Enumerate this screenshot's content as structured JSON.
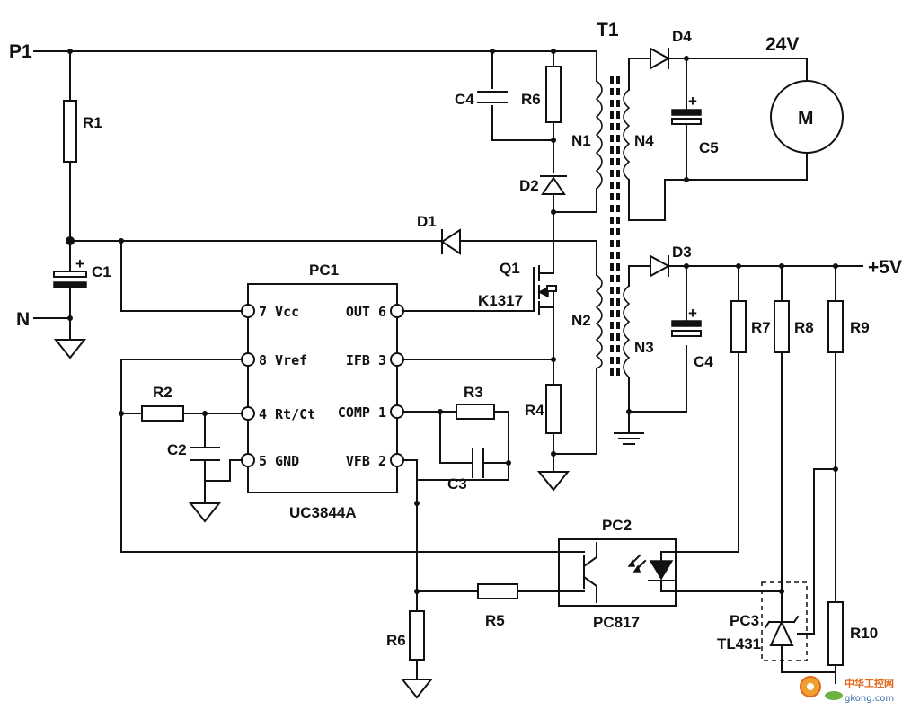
{
  "labels": {
    "p1": "P1",
    "n": "N",
    "r1": "R1",
    "c1": "C1",
    "d1": "D1",
    "c4_top": "C4",
    "r6_top": "R6",
    "d2": "D2",
    "t1": "T1",
    "n1": "N1",
    "n2": "N2",
    "n3": "N3",
    "n4": "N4",
    "d4": "D4",
    "v24": "24V",
    "c5": "C5",
    "motor": "M",
    "d3": "D3",
    "v5": "+5V",
    "c4_bot": "C4",
    "q1": "Q1",
    "k1317": "K1317",
    "r4": "R4",
    "r7": "R7",
    "r8": "R8",
    "r9": "R9",
    "r10": "R10",
    "pc1": "PC1",
    "uc3844a": "UC3844A",
    "r2": "R2",
    "c2": "C2",
    "r3": "R3",
    "c3": "C3",
    "r5": "R5",
    "r6_bot": "R6",
    "pc2": "PC2",
    "pc817": "PC817",
    "pc3": "PC3",
    "tl431": "TL431",
    "plus": "+"
  },
  "ic_pins": [
    {
      "key": "p7",
      "text": "7 Vcc"
    },
    {
      "key": "p8",
      "text": "8 Vref"
    },
    {
      "key": "p4",
      "text": "4 Rt/Ct"
    },
    {
      "key": "p5",
      "text": "5 GND"
    },
    {
      "key": "p6",
      "text": "OUT 6"
    },
    {
      "key": "p3",
      "text": "IFB 3"
    },
    {
      "key": "p1",
      "text": "COMP 1"
    },
    {
      "key": "p2",
      "text": "VFB 2"
    }
  ],
  "watermark": {
    "cn": "中华工控网",
    "url": "gkong.com"
  }
}
